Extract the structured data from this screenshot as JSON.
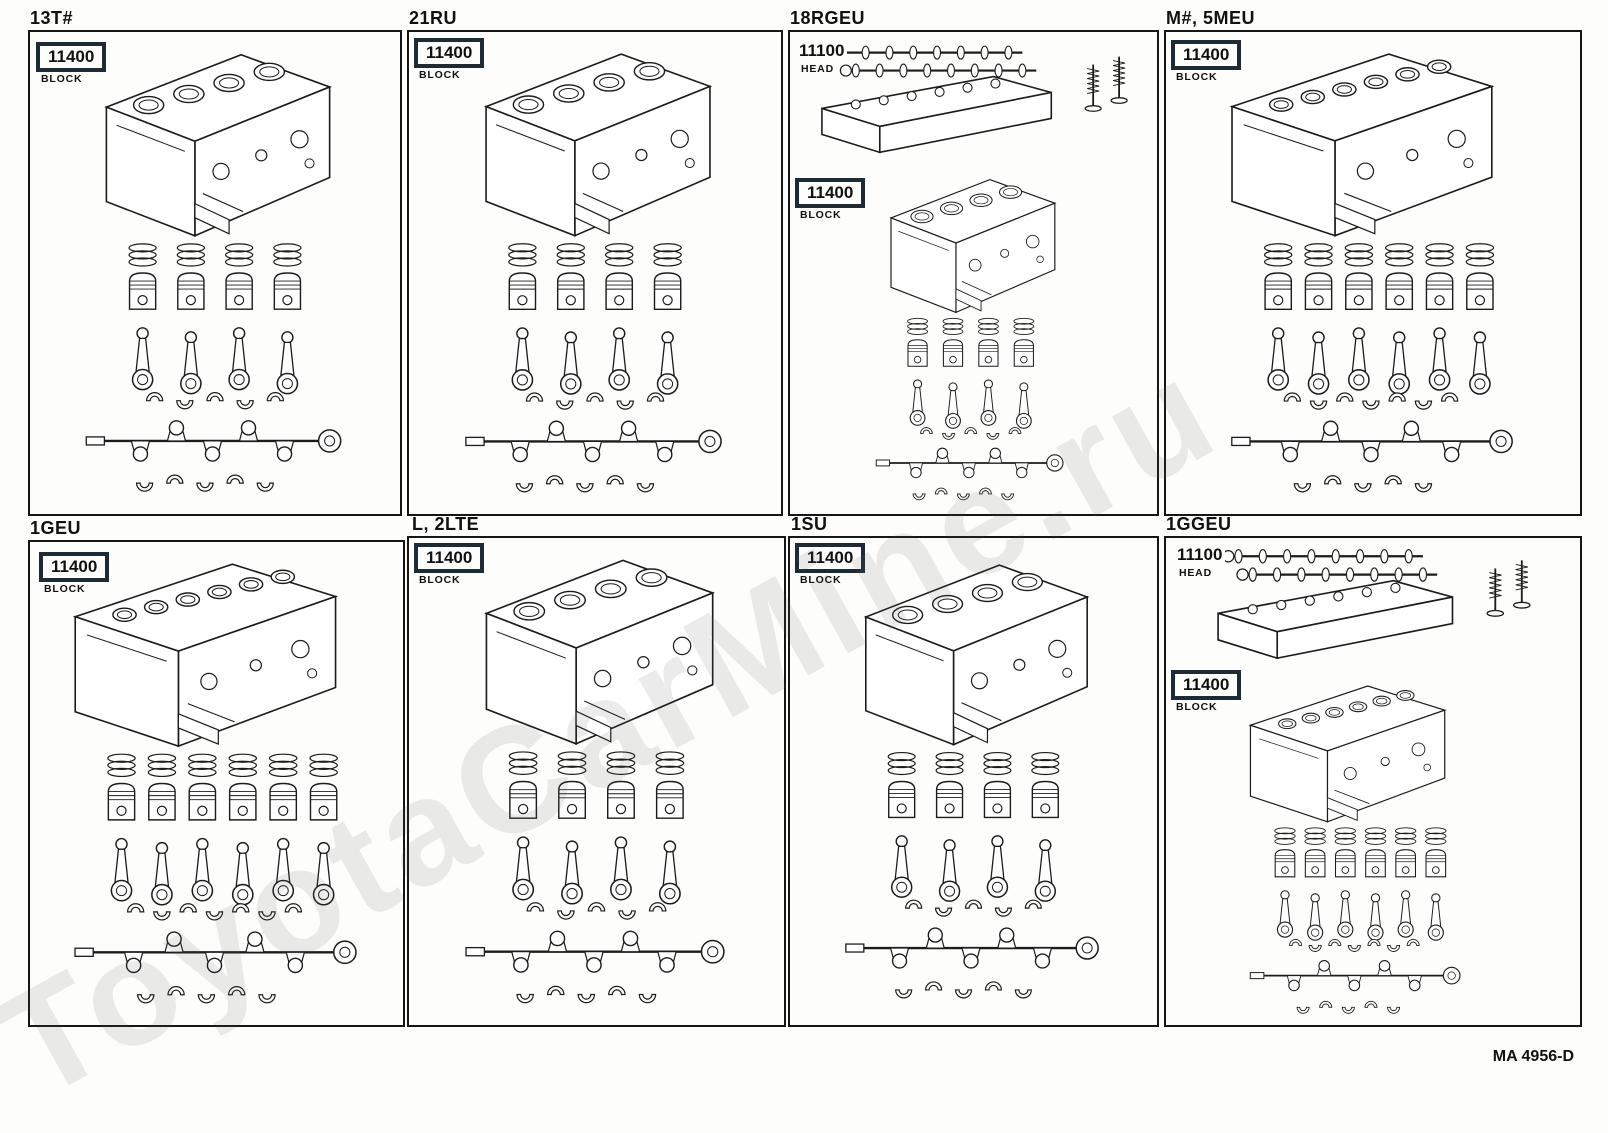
{
  "page": {
    "watermark": "ToyotaCarMine.ru",
    "footer_code": "MA 4956-D"
  },
  "panels": [
    {
      "engine_code": "13T#",
      "cylinders": 4,
      "labels": [
        {
          "number": "11400",
          "name": "BLOCK",
          "boxed": true
        }
      ]
    },
    {
      "engine_code": "21RU",
      "cylinders": 4,
      "labels": [
        {
          "number": "11400",
          "name": "BLOCK",
          "boxed": true
        }
      ]
    },
    {
      "engine_code": "18RGEU",
      "cylinders": 4,
      "labels": [
        {
          "number": "11100",
          "name": "HEAD",
          "boxed": false
        },
        {
          "number": "11400",
          "name": "BLOCK",
          "boxed": true
        }
      ]
    },
    {
      "engine_code": "M#, 5MEU",
      "cylinders": 6,
      "labels": [
        {
          "number": "11400",
          "name": "BLOCK",
          "boxed": true
        }
      ]
    },
    {
      "engine_code": "1GEU",
      "cylinders": 6,
      "labels": [
        {
          "number": "11400",
          "name": "BLOCK",
          "boxed": true
        }
      ]
    },
    {
      "engine_code": "L, 2LTE",
      "cylinders": 4,
      "labels": [
        {
          "number": "11400",
          "name": "BLOCK",
          "boxed": true
        }
      ]
    },
    {
      "engine_code": "1SU",
      "cylinders": 4,
      "labels": [
        {
          "number": "11400",
          "name": "BLOCK",
          "boxed": true
        }
      ]
    },
    {
      "engine_code": "1GGEU",
      "cylinders": 6,
      "labels": [
        {
          "number": "11100",
          "name": "HEAD",
          "boxed": false
        },
        {
          "number": "11400",
          "name": "BLOCK",
          "boxed": true
        }
      ]
    }
  ]
}
